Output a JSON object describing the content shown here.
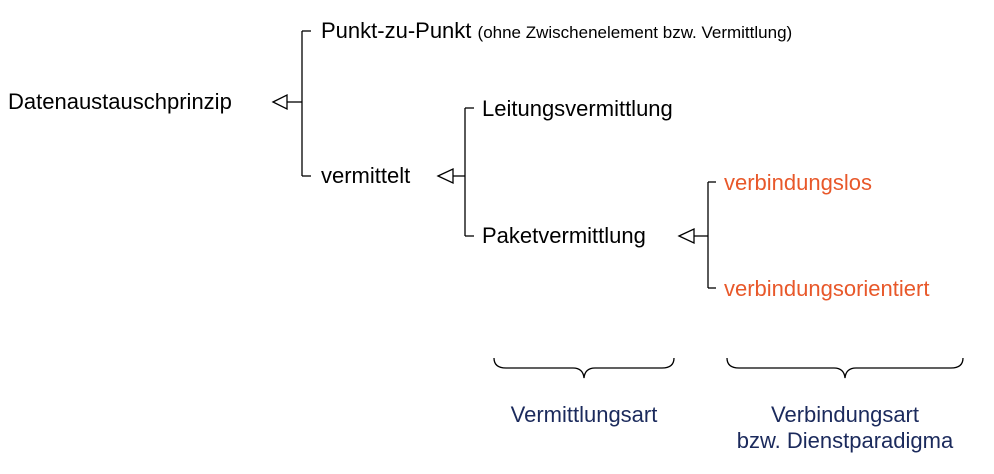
{
  "colors": {
    "line": "#000000",
    "text": "#000000",
    "accent": "#e8582a",
    "caption": "#1b2a5c"
  },
  "nodes": {
    "root": "Datenaustauschprinzip",
    "p2p": "Punkt-zu-Punkt",
    "p2p_note": "(ohne Zwischenelement bzw. Vermittlung)",
    "vermittelt": "vermittelt",
    "leitung": "Leitungsvermittlung",
    "paket": "Paketvermittlung",
    "los": "verbindungslos",
    "orientiert": "verbindungsorientiert"
  },
  "captions": {
    "vermittlungsart": "Vermittlungsart",
    "verbindungsart_line1": "Verbindungsart",
    "verbindungsart_line2": "bzw. Dienstparadigma"
  }
}
